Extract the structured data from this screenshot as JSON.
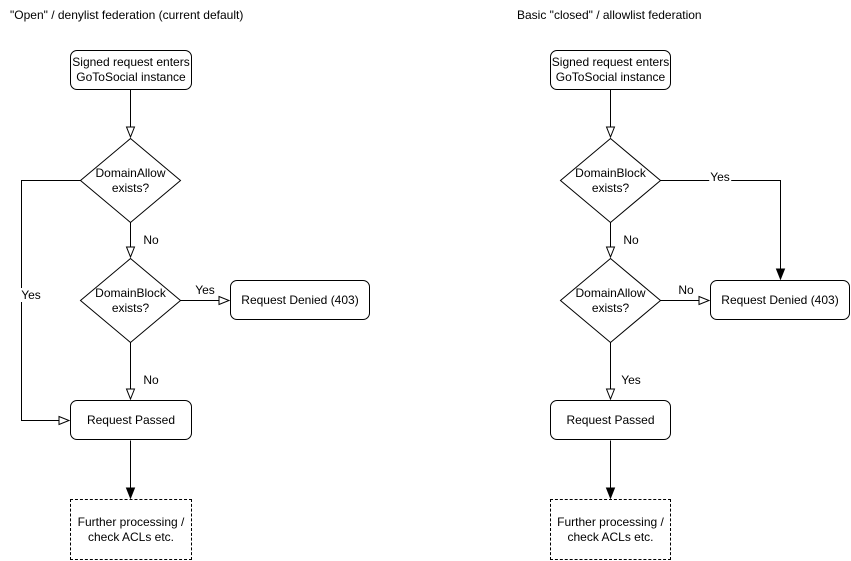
{
  "canvas": {
    "background": "#ffffff",
    "stroke_color": "#000000",
    "text_color": "#000000"
  },
  "left": {
    "title": "\"Open\" / denylist federation (current default)",
    "nodes": {
      "start": "Signed request enters\nGoToSocial instance",
      "decision_allow": "DomainAllow\nexists?",
      "decision_block": "DomainBlock\nexists?",
      "denied": "Request Denied (403)",
      "passed": "Request Passed",
      "further": "Further processing /\ncheck ACLs etc."
    },
    "edge_labels": {
      "allow_no": "No",
      "allow_yes": "Yes",
      "block_yes": "Yes",
      "block_no": "No"
    }
  },
  "right": {
    "title": "Basic \"closed\" / allowlist federation",
    "nodes": {
      "start": "Signed request enters\nGoToSocial instance",
      "decision_block": "DomainBlock\nexists?",
      "decision_allow": "DomainAllow\nexists?",
      "denied": "Request Denied (403)",
      "passed": "Request Passed",
      "further": "Further processing /\ncheck ACLs etc."
    },
    "edge_labels": {
      "block_yes": "Yes",
      "block_no": "No",
      "allow_no": "No",
      "allow_yes": "Yes"
    }
  }
}
